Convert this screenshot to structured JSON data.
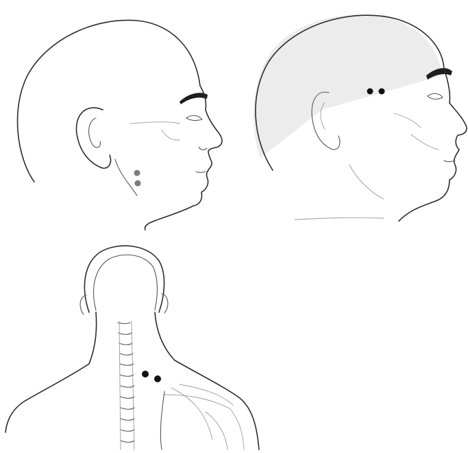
{
  "figures": [
    {
      "view": "side-head-left",
      "point_color": "#8a8a8a",
      "points": 2
    },
    {
      "view": "side-head-right",
      "point_color": "#111111",
      "points": 2
    },
    {
      "view": "back-neck-shoulder",
      "point_color": "#111111",
      "points": 2
    }
  ],
  "colors": {
    "line": "#2b2b2b",
    "background": "#ffffff"
  }
}
